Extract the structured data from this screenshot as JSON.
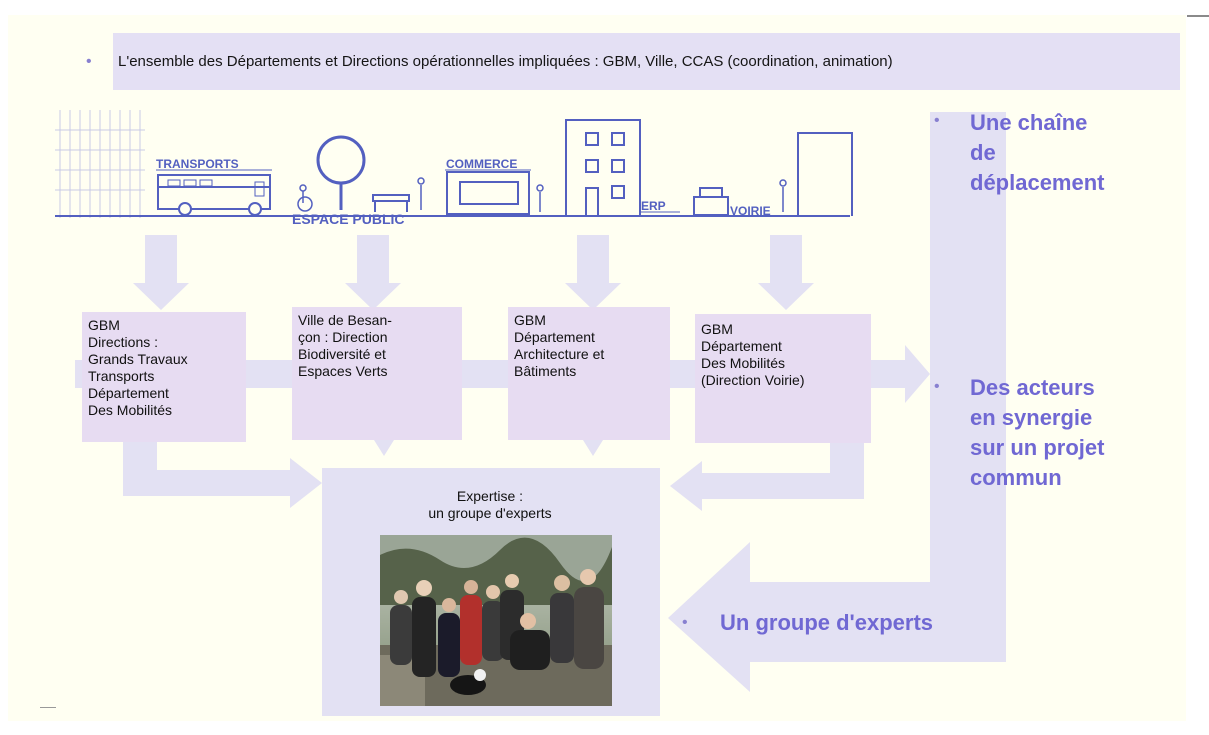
{
  "header": {
    "bullet": "•",
    "text": "L'ensemble des Départements et Directions opérationnelles impliquées : GBM, Ville, CCAS (coordination, animation)"
  },
  "illustration": {
    "labels": {
      "transports": "TRANSPORTS",
      "espace_public": "ESPACE PUBLIC",
      "commerce": "COMMERCE",
      "erp": "ERP",
      "voirie": "VOIRIE"
    }
  },
  "boxes": [
    {
      "lines": [
        "GBM",
        "Directions :",
        "Grands Travaux",
        "Transports",
        "Département",
        "Des Mobilités"
      ]
    },
    {
      "lines": [
        "Ville de Besan-",
        "çon : Direction",
        "Biodiversité et",
        "Espaces Verts"
      ]
    },
    {
      "lines": [
        "GBM",
        "Département",
        "Architecture et",
        "Bâtiments"
      ]
    },
    {
      "lines": [
        "GBM",
        "Département",
        "Des Mobilités",
        "(Direction Voirie)"
      ]
    }
  ],
  "expertise": {
    "title_line1": "Expertise :",
    "title_line2": "un groupe d'experts"
  },
  "right_points": [
    {
      "bullet": "•",
      "lines": [
        "Une chaîne",
        "de",
        "déplacement"
      ]
    },
    {
      "bullet": "•",
      "lines": [
        "Des acteurs",
        "en synergie",
        "sur un projet",
        "commun"
      ]
    }
  ],
  "bottom_point": {
    "bullet": "•",
    "text": "Un groupe d'experts"
  },
  "colors": {
    "slide_bg": "#fffff2",
    "band": "#e4e0f4",
    "box": "#e7dcf2",
    "arrow": "#e3e1f3",
    "line_art": "#5360c0",
    "accent_text": "#7068d3"
  },
  "photo": {
    "icon": "group-photo"
  }
}
